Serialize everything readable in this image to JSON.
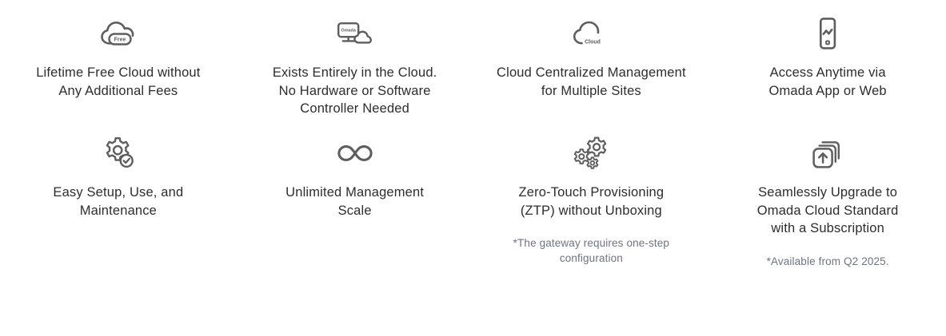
{
  "page": {
    "background_color": "#ffffff",
    "text_color": "#2d2d2d",
    "note_color": "#6e7480",
    "icon_color": "#5e5e5e"
  },
  "features": [
    {
      "icon": "cloud-free-icon",
      "icon_text": "Free",
      "title": "Lifetime Free Cloud without Any Additional Fees",
      "note": ""
    },
    {
      "icon": "omada-monitor-cloud-icon",
      "icon_text": "Omada",
      "title": "Exists Entirely in the Cloud. No Hardware or Software Controller Needed",
      "note": ""
    },
    {
      "icon": "cloud-label-icon",
      "icon_text": "Cloud",
      "title": "Cloud Centralized Management for Multiple Sites",
      "note": ""
    },
    {
      "icon": "mobile-chart-icon",
      "icon_text": "",
      "title": "Access Anytime via Omada App or Web",
      "note": ""
    },
    {
      "icon": "gear-check-icon",
      "icon_text": "",
      "title": "Easy Setup, Use, and Maintenance",
      "note": ""
    },
    {
      "icon": "infinity-icon",
      "icon_text": "",
      "title": "Unlimited Management Scale",
      "note": ""
    },
    {
      "icon": "multiple-gears-icon",
      "icon_text": "",
      "title": "Zero-Touch Provisioning (ZTP) without Unboxing",
      "note": "*The gateway requires one-step configuration"
    },
    {
      "icon": "upgrade-stack-icon",
      "icon_text": "",
      "title": "Seamlessly Upgrade to Omada Cloud Standard with a Subscription",
      "note": "*Available from Q2 2025."
    }
  ]
}
